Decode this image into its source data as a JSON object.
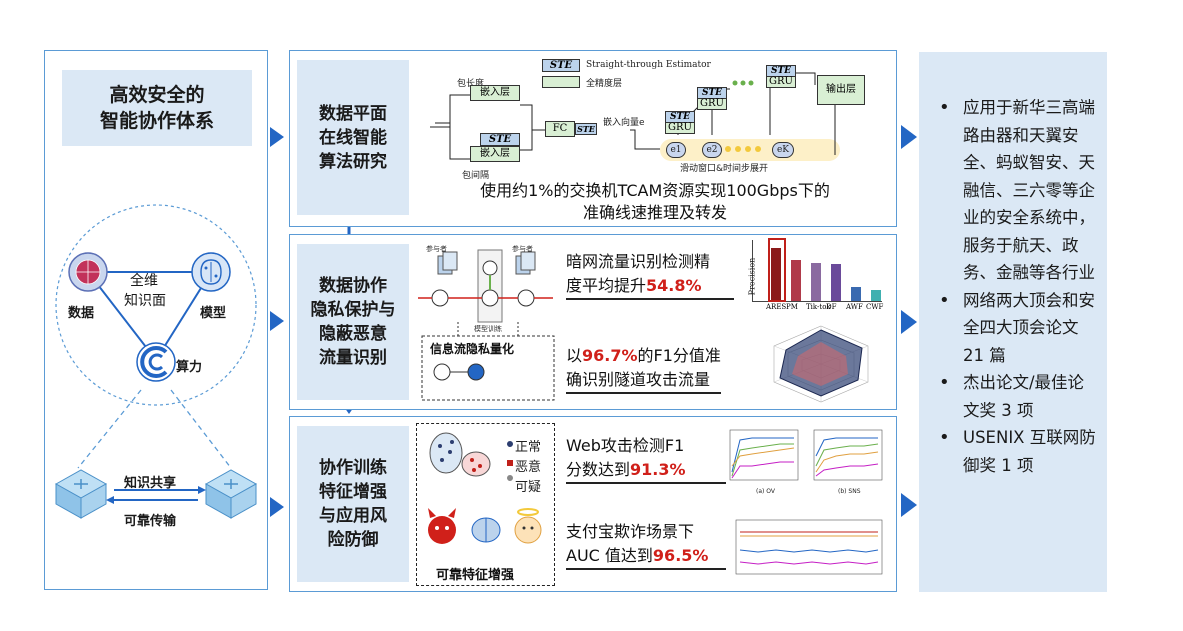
{
  "left": {
    "title_line1": "高效安全的",
    "title_line2": "智能协作体系",
    "center_line1": "全维",
    "center_line2": "知识面",
    "data_label": "数据",
    "model_label": "模型",
    "compute_label": "算力",
    "share_label": "知识共享",
    "transfer_label": "可靠传输"
  },
  "row1": {
    "title_line1": "数据平面",
    "title_line2": "在线智能",
    "title_line3": "算法研究",
    "legend_ste_tag": "STE",
    "legend_ste_text": "Straight-through Estimator",
    "legend_fp_text": "全精度层",
    "pkt_len": "包长度",
    "pkt_gap": "包间隔",
    "embed1": "嵌入层",
    "embed2": "嵌入层",
    "ste": "STE",
    "fc": "FC",
    "embed_vec": "嵌入向量e",
    "gru": "GRU",
    "out_layer": "输出层",
    "e1": "e1",
    "e2": "e2",
    "ek": "eK",
    "window": "滑动窗口&时间步展开",
    "caption_line1": "使用约1%的交换机TCAM资源实现100Gbps下的",
    "caption_line2": "准确线速推理及转发"
  },
  "row2": {
    "title_line1": "数据协作",
    "title_line2": "隐私保护与",
    "title_line3": "隐蔽恶意",
    "title_line4": "流量识别",
    "participant": "参与者",
    "model_train": "模型训练",
    "info_flow": "信息流隐私量化",
    "m1_pre": "暗网流量识别检测精",
    "m1_pre2": "度平均提升",
    "m1_val": "54.8%",
    "m2_pre": "以",
    "m2_val": "96.7%",
    "m2_post": "的F1分值准",
    "m2_line2": "确识别隧道攻击流量",
    "bar_ylabel": "Precision",
    "bar_categories": [
      "ARES",
      "PM",
      "Tik-tok",
      "DF",
      "AWF",
      "CWF"
    ]
  },
  "row3": {
    "title_line1": "协作训练",
    "title_line2": "特征增强",
    "title_line3": "与应用风",
    "title_line4": "险防御",
    "normal": "正常",
    "malicious": "恶意",
    "suspicious": "可疑",
    "feature_label": "可靠特征增强",
    "m1_line1": "Web攻击检测F1",
    "m1_pre": "分数达到",
    "m1_val": "91.3%",
    "m2_line1": "支付宝欺诈场景下",
    "m2_pre": "AUC 值达到",
    "m2_val": "96.5%",
    "chart_a": "(a) OV",
    "chart_b": "(b) SNS"
  },
  "right": {
    "bullets": [
      "应用于新华三高端路由器和天翼安全、蚂蚁智安、天融信、三六零等企业的安全系统中，服务于航天、政务、金融等各行业",
      "网络两大顶会和安全四大顶会论文 21 篇",
      "杰出论文/最佳论文奖 3 项",
      "USENIX 互联网防御奖 1 项"
    ]
  },
  "colors": {
    "accent": "#2366c4",
    "border": "#5b9bd5",
    "panel": "#dbe8f5",
    "highlight": "#d0201a"
  },
  "chart_data": {
    "type": "bar",
    "categories": [
      "ARES",
      "PM",
      "Tik-tok",
      "DF",
      "AWF",
      "CWF"
    ],
    "values": [
      0.88,
      0.68,
      0.63,
      0.62,
      0.24,
      0.18
    ],
    "title": "",
    "xlabel": "",
    "ylabel": "Precision",
    "ylim": [
      0,
      1
    ]
  }
}
